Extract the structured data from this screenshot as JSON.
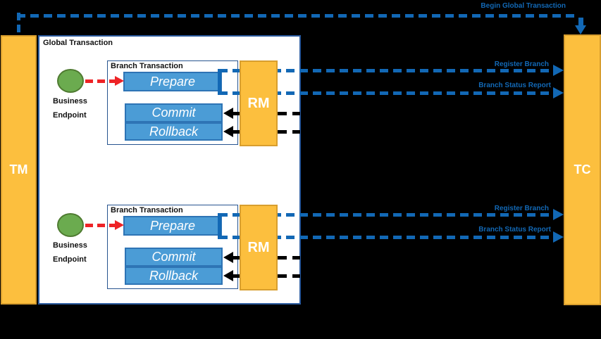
{
  "diagram": {
    "begin_label": "Begin Global Transaction",
    "tm_label": "TM",
    "tc_label": "TC",
    "global_label": "Global Transaction",
    "branches": [
      {
        "box_label": "Branch Transaction",
        "prepare": "Prepare",
        "commit": "Commit",
        "rollback": "Rollback",
        "rm_label": "RM",
        "endpoint_line1": "Business",
        "endpoint_line2": "Endpoint",
        "register_label": "Register Branch",
        "status_label": "Branch Status Report"
      },
      {
        "box_label": "Branch Transaction",
        "prepare": "Prepare",
        "commit": "Commit",
        "rollback": "Rollback",
        "rm_label": "RM",
        "endpoint_line1": "Business",
        "endpoint_line2": "Endpoint",
        "register_label": "Register Branch",
        "status_label": "Branch Status Report"
      }
    ],
    "colors": {
      "background": "#000000",
      "node_orange": "#FCBF3E",
      "node_orange_border": "#D89E2E",
      "op_blue": "#4B9CD6",
      "op_blue_border": "#2E74B5",
      "endpoint_green": "#6BAB4F",
      "endpoint_green_border": "#4F7B31",
      "arrow_blue": "#1268B5",
      "arrow_red": "#EE2326",
      "arrow_black": "#000000",
      "frame_border": "#2A5A9E"
    }
  }
}
